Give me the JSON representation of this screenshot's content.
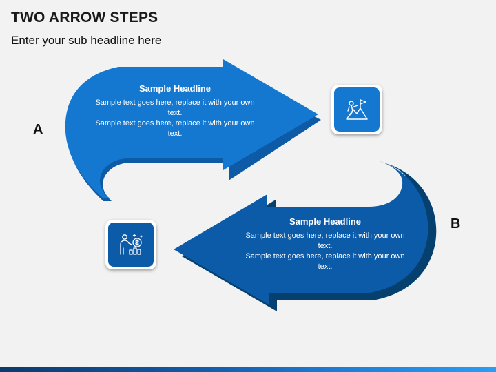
{
  "title": "TWO ARROW STEPS",
  "subtitle": "Enter your sub headline here",
  "colors": {
    "arrow_a": "#1578d0",
    "arrow_a_shadow": "#0d5aa6",
    "arrow_b": "#0b5ba8",
    "arrow_b_shadow": "#06406f",
    "icon_a": "#1578d0",
    "icon_b": "#0b5ba8"
  },
  "steps": [
    {
      "letter": "A",
      "headline": "Sample Headline",
      "text1": "Sample text goes here, replace it with your own text.",
      "text2": "Sample text goes here, replace it with your own text.",
      "icon": "mountain-flag-climber-icon"
    },
    {
      "letter": "B",
      "headline": "Sample Headline",
      "text1": "Sample text goes here, replace it with your own text.",
      "text2": "Sample text goes here, replace it with your own text.",
      "icon": "person-money-growth-icon"
    }
  ]
}
